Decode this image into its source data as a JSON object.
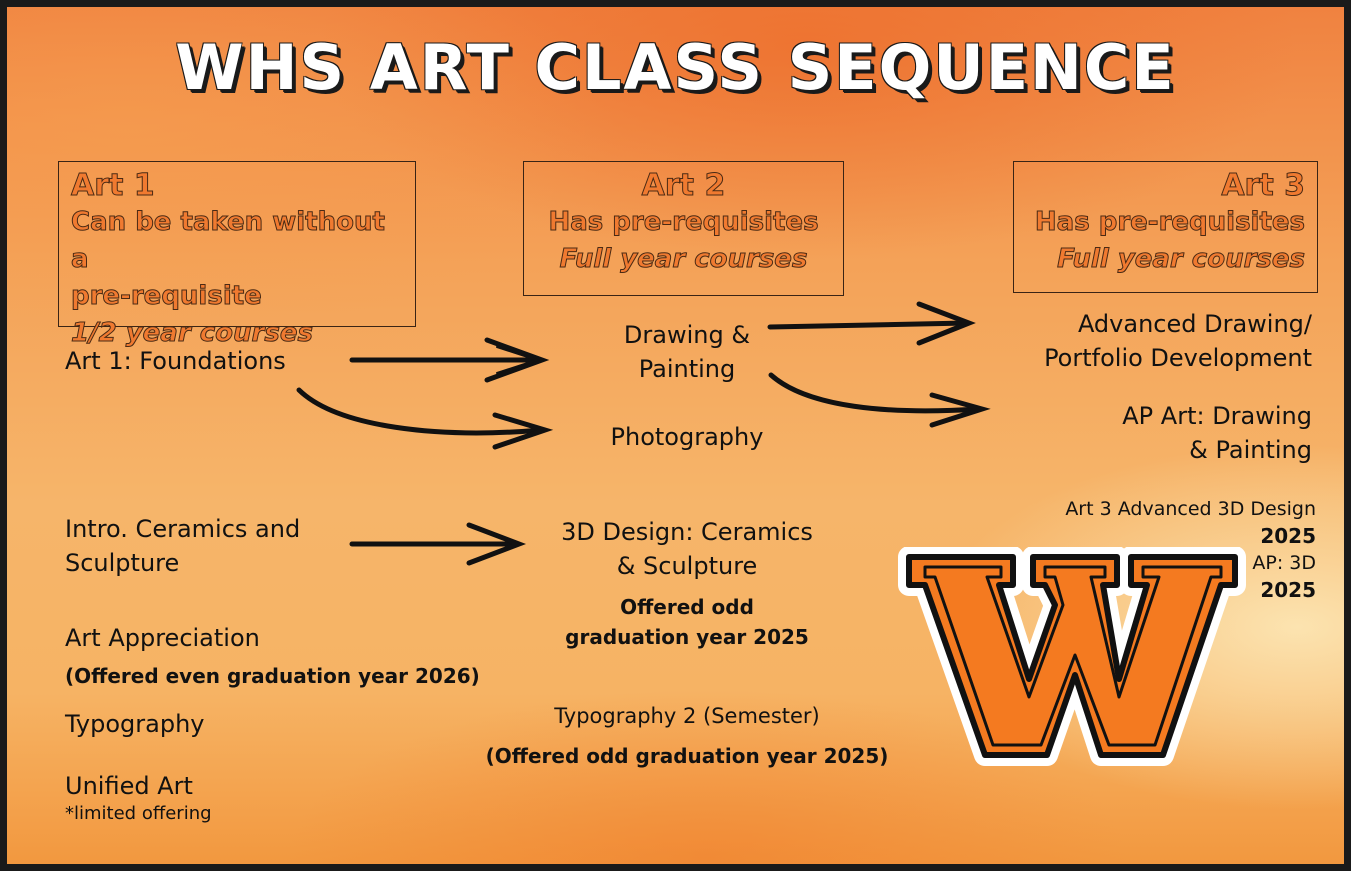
{
  "title": "WHS ART CLASS SEQUENCE",
  "levels": [
    {
      "heading": "Art 1",
      "line1": "Can be taken without a",
      "line2": "pre-requisite",
      "line3": "1/2 year courses"
    },
    {
      "heading": "Art 2",
      "line1": "Has pre-requisites",
      "line2": "Full year courses"
    },
    {
      "heading": "Art 3",
      "line1": "Has pre-requisites",
      "line2": "Full year courses"
    }
  ],
  "art1_courses": {
    "foundations": "Art 1: Foundations",
    "ceramics_l1": "Intro. Ceramics and",
    "ceramics_l2": "Sculpture",
    "appreciation": "Art Appreciation",
    "appreciation_note": "(Offered even graduation year 2026)",
    "typography": "Typography",
    "unified": "Unified Art",
    "unified_note": "*limited offering"
  },
  "art2_courses": {
    "drawing_l1": "Drawing &",
    "drawing_l2": "Painting",
    "photography": "Photography",
    "design_l1": "3D Design: Ceramics",
    "design_l2": "& Sculpture",
    "design_note_l1": "Offered odd",
    "design_note_l2": "graduation year 2025",
    "typography2": "Typography 2 (Semester)",
    "typography2_note": "(Offered odd graduation year 2025)"
  },
  "art3_courses": {
    "adv_drawing_l1": "Advanced Drawing/",
    "adv_drawing_l2": "Portfolio Development",
    "ap_l1": "AP Art: Drawing",
    "ap_l2": "& Painting",
    "adv3d": "Art 3 Advanced 3D Design",
    "adv3d_year": "2025",
    "ap3d": "AP: 3D",
    "ap3d_year": "2025"
  },
  "logo": {
    "letter": "W",
    "fill_color": "#f47a20",
    "outline_color": "#111111"
  },
  "colors": {
    "heading": "#f07a30",
    "text": "#111111"
  }
}
